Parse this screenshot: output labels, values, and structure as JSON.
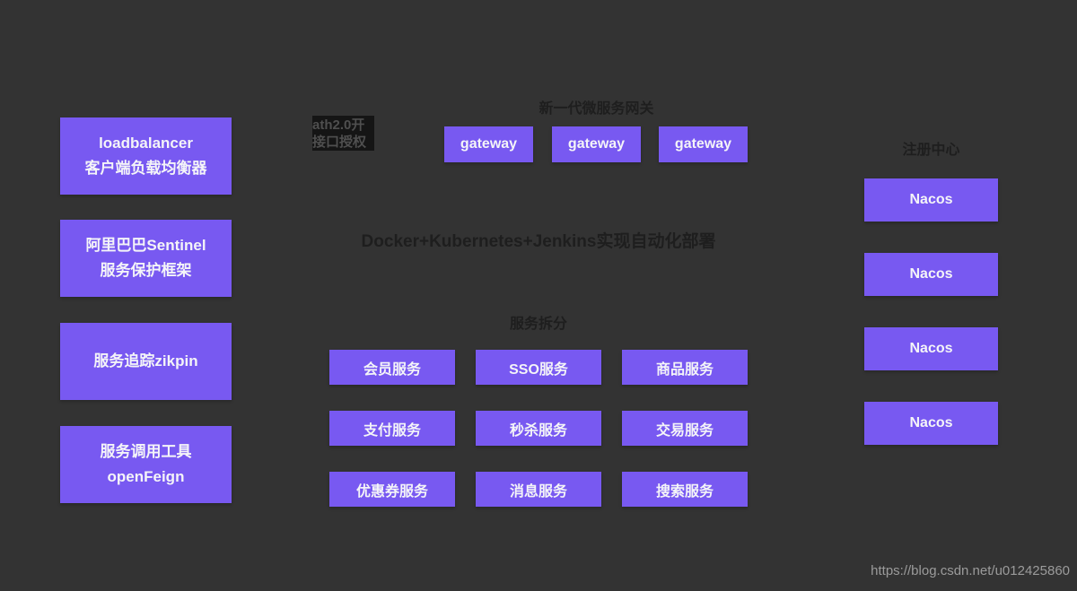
{
  "colors": {
    "background": "#333333",
    "box_purple": "#7859f1",
    "box_text": "#f4f4f8",
    "dark_label": "#1e1e1e",
    "note_bg": "#151515",
    "note_text": "#4f4f4f",
    "watermark": "#9b9b9b"
  },
  "left_column": {
    "boxes": [
      {
        "line1": "loadbalancer",
        "line2": "客户端负载均衡器"
      },
      {
        "line1": "阿里巴巴Sentinel",
        "line2": "服务保护框架"
      },
      {
        "line1": "服务追踪zikpin",
        "line2": ""
      },
      {
        "line1": "服务调用工具",
        "line2": "openFeign"
      }
    ]
  },
  "oauth_note": {
    "line1": "ath2.0开",
    "line2": "接口授权"
  },
  "gateway_section": {
    "title": "新一代微服务网关",
    "boxes": [
      "gateway",
      "gateway",
      "gateway"
    ]
  },
  "deploy_label": "Docker+Kubernetes+Jenkins实现自动化部署",
  "services_section": {
    "title": "服务拆分",
    "boxes": [
      "会员服务",
      "SSO服务",
      "商品服务",
      "支付服务",
      "秒杀服务",
      "交易服务",
      "优惠券服务",
      "消息服务",
      "搜索服务"
    ]
  },
  "registry_section": {
    "title": "注册中心",
    "boxes": [
      "Nacos",
      "Nacos",
      "Nacos",
      "Nacos"
    ]
  },
  "watermark": "https://blog.csdn.net/u012425860"
}
